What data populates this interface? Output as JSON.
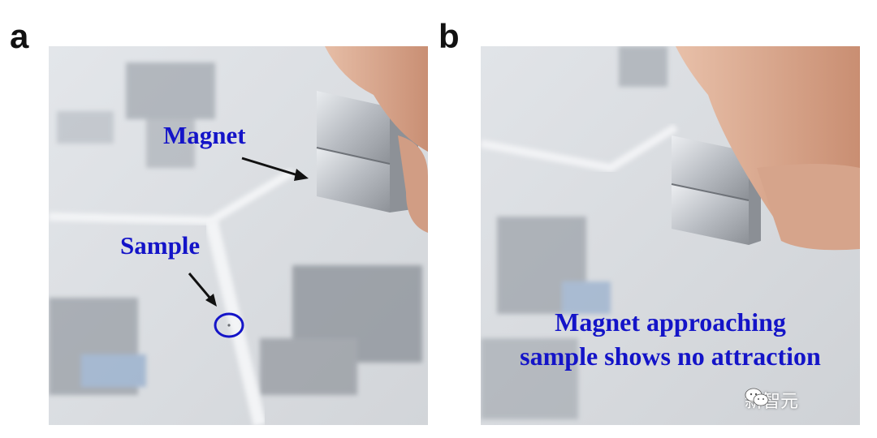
{
  "panels": [
    {
      "letter": "a"
    },
    {
      "letter": "b"
    }
  ],
  "panel_a": {
    "magnet_label": "Magnet",
    "sample_label": "Sample"
  },
  "panel_b": {
    "caption_line1": "Magnet approaching",
    "caption_line2": "sample shows no attraction"
  },
  "watermark": {
    "icon": "wechat-icon",
    "text": "新智元"
  },
  "colors": {
    "annotation": "#1414c8",
    "panel_letter": "#111111",
    "magnet": "#b9bcc1",
    "skin": "#d9ab93"
  }
}
